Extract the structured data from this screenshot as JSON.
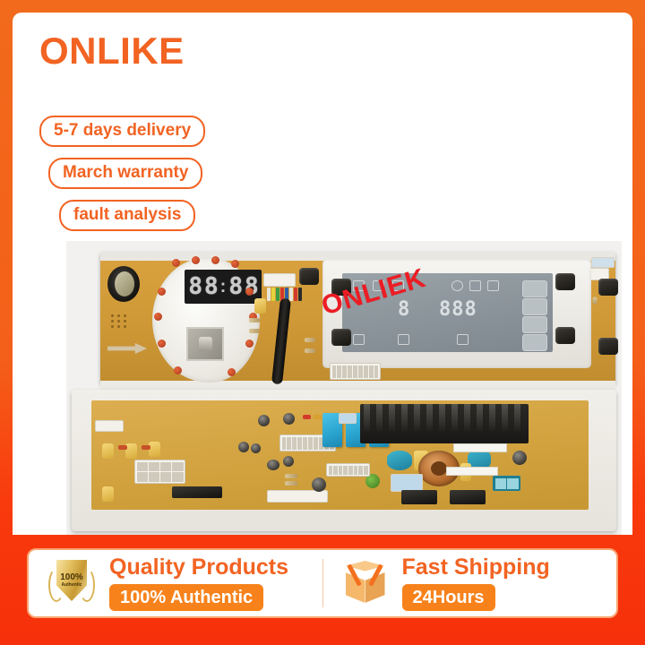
{
  "theme": {
    "frame_orange": "#F26A1B",
    "frame_red": "#F93A0D",
    "accent": "#F26322",
    "pill_bg": "#F7821B",
    "watermark_red": "#ED1C24"
  },
  "header": {
    "brand": "ONLIKE",
    "badges": [
      {
        "label": "5-7 days delivery"
      },
      {
        "label": "March warranty"
      },
      {
        "label": "fault analysis"
      }
    ]
  },
  "product_photo": {
    "watermark": "ONLIEK",
    "seg_display": {
      "digit1": "8",
      "digit2": "8",
      "colon": ":",
      "digit3": "8",
      "digit4": "8"
    },
    "lcd": {
      "left_digit": "8",
      "right_digits": "888"
    }
  },
  "banner": {
    "left": {
      "title": "Quality Products",
      "pill": "100% Authentic",
      "badge_pct": "100%",
      "badge_word": "Authentic"
    },
    "right": {
      "title": "Fast Shipping",
      "pill": "24Hours"
    }
  }
}
